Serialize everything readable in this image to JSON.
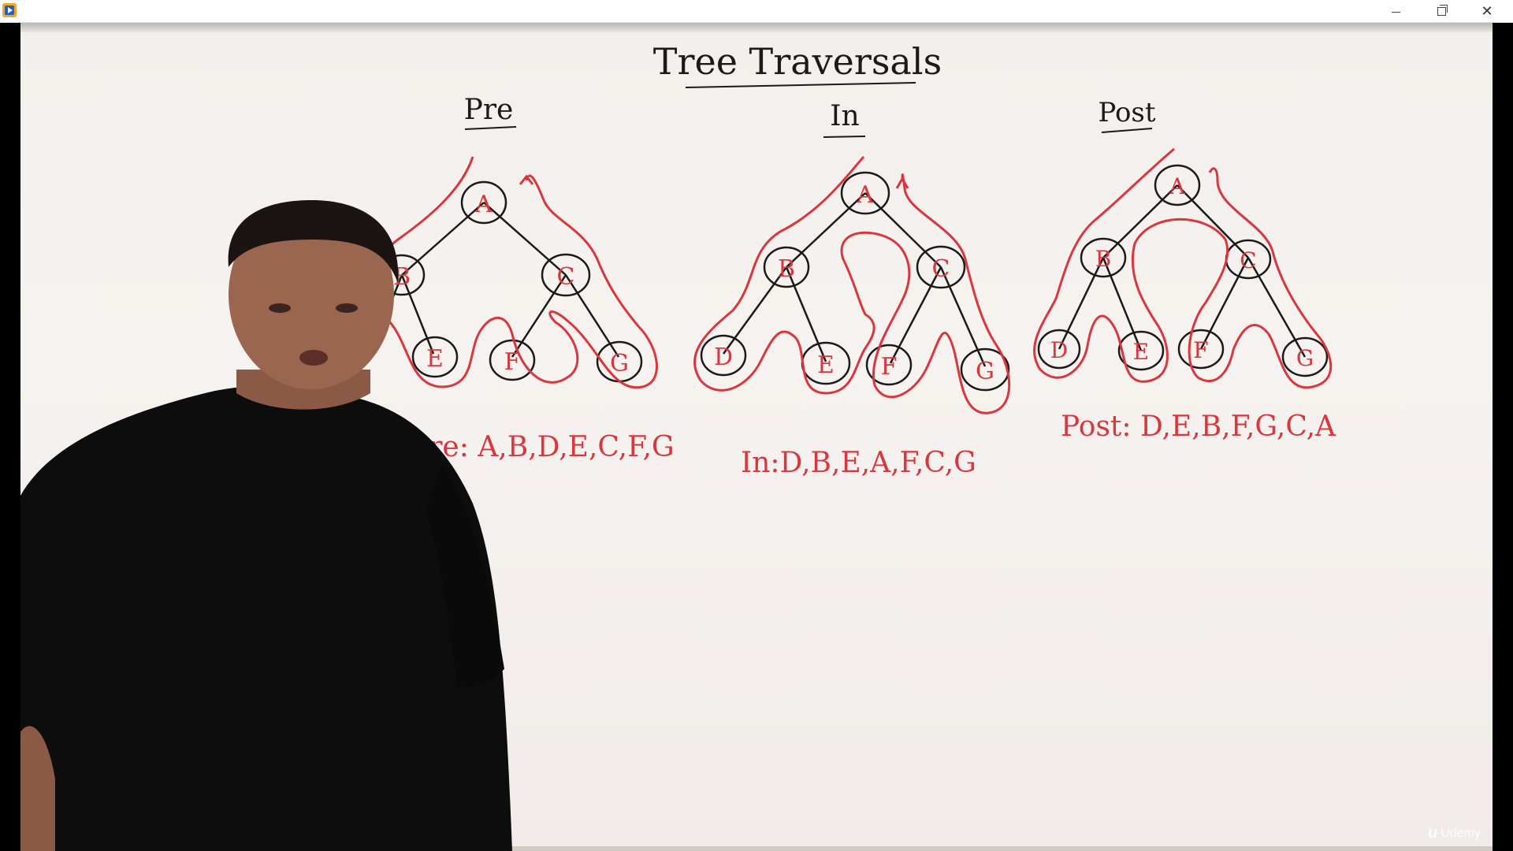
{
  "window": {
    "title": "",
    "controls": {
      "minimize_icon": "minimize-icon",
      "maximize_icon": "restore-icon",
      "close_icon": "close-icon"
    }
  },
  "colors": {
    "red": "#d9363e",
    "black": "#1a1a1a",
    "board": "#f4f0ed"
  },
  "board": {
    "title": "Tree Traversals",
    "sections": [
      {
        "label": "Pre",
        "result": "Pre: A,B,D,E,C,F,G"
      },
      {
        "label": "In",
        "result": "In:D,B,E,A,F,C,G"
      },
      {
        "label": "Post",
        "result": "Post: D,E,B,F,G,C,A"
      }
    ],
    "nodes": [
      "A",
      "B",
      "C",
      "D",
      "E",
      "F",
      "G"
    ]
  },
  "watermark": {
    "text": "Udemy",
    "icon": "udemy-logo-icon"
  }
}
